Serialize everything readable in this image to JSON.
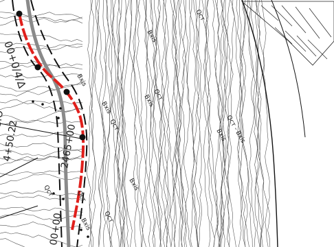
{
  "map": {
    "background": "#ffffff",
    "contour_color": "#555555",
    "road_color": "#e0201c",
    "road_casing_color": "#111111",
    "axis_color": "#8a8a8a",
    "station_labels": [
      "00+0/4/Δ",
      "2465+00",
      "00+00",
      "4+50.22",
      "S:O"
    ],
    "geology_labels": [
      "Qст",
      "Bхіѕ",
      "Qст",
      "Bхіѕ",
      "Qст",
      "Bхіѕ",
      "Qст - Bхіѕ",
      "Bхіѕ",
      "Bхіѕ",
      "Qст",
      "Qст",
      "Bхіѕ",
      "Qст",
      "Bхіѕ"
    ]
  }
}
